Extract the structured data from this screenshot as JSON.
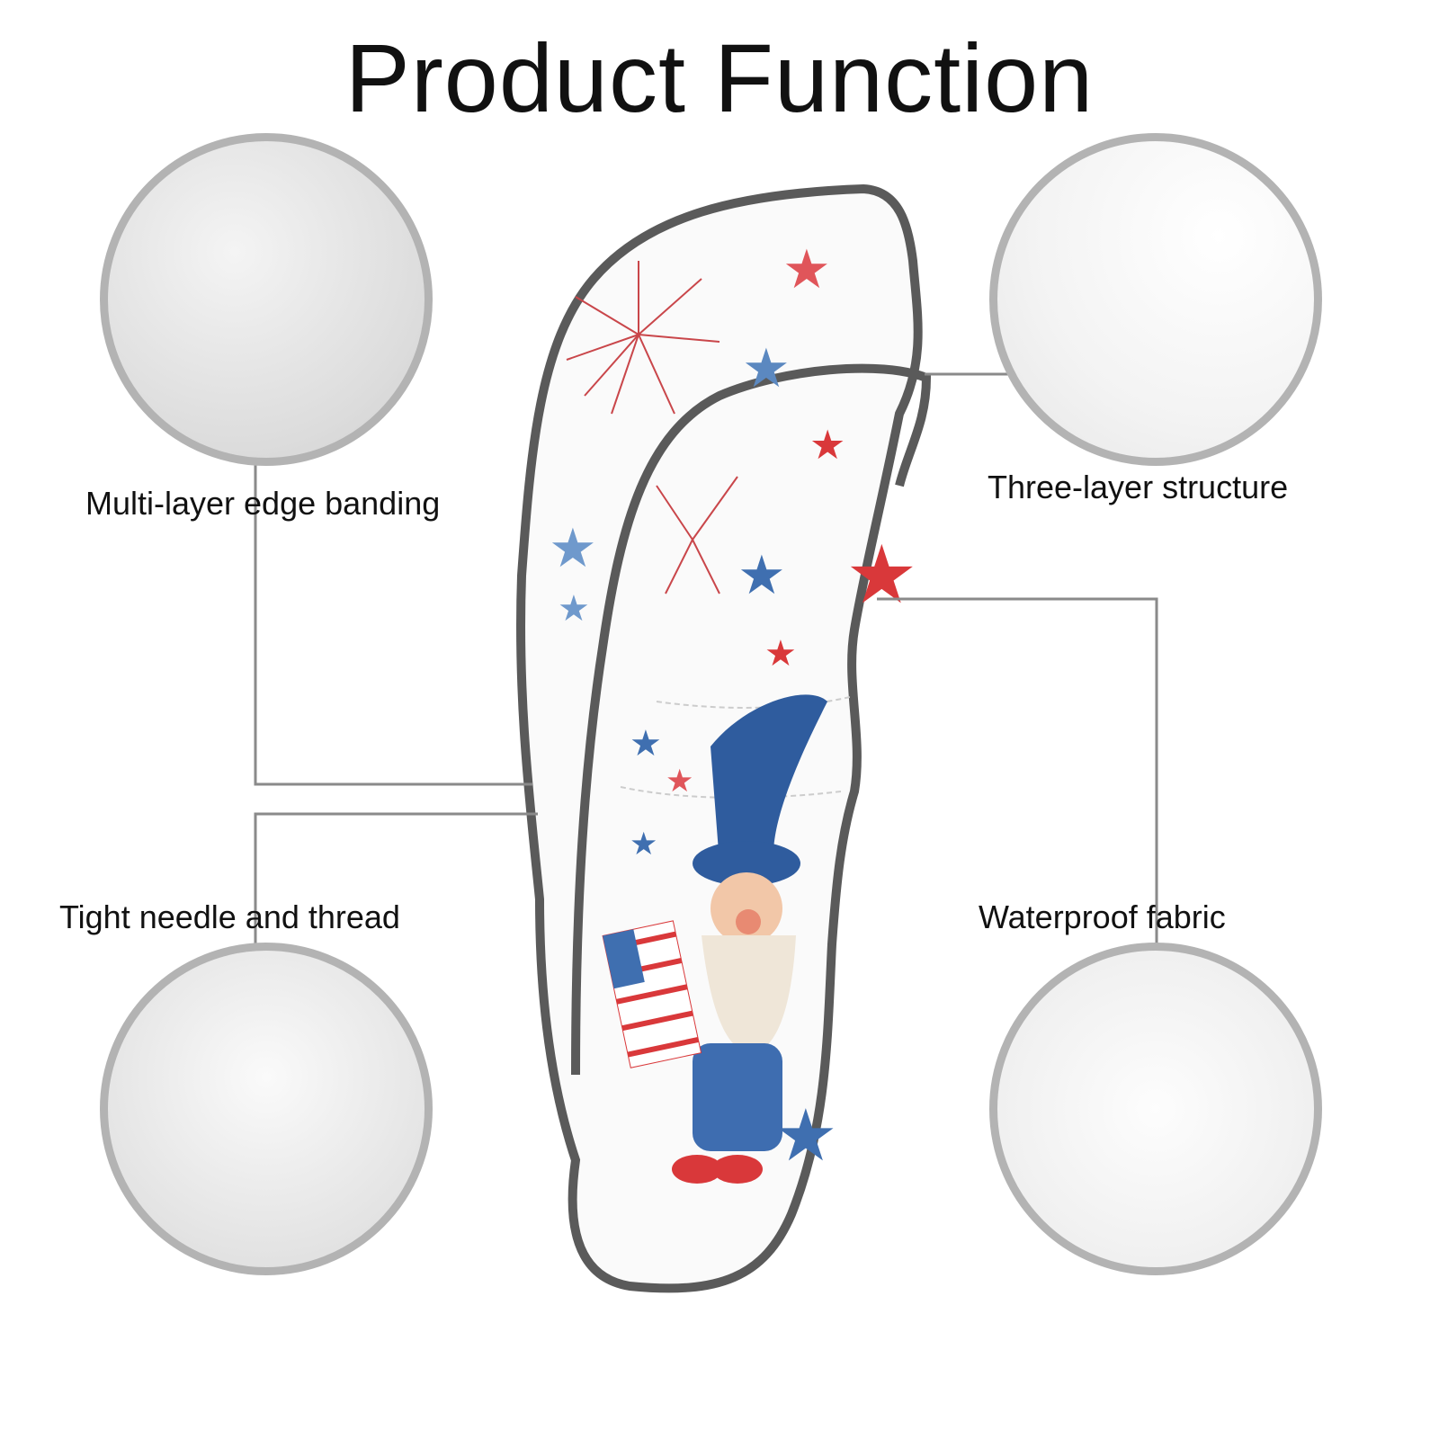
{
  "title": "Product Function",
  "features": [
    {
      "label": "Multi-layer edge banding"
    },
    {
      "label": "Three-layer structure"
    },
    {
      "label": "Tight needle and thread"
    },
    {
      "label": "Waterproof fabric"
    }
  ],
  "colors": {
    "circle_border": "#b3b3b3",
    "leader_line": "#8a8a8a",
    "piping": "#5a5a5a",
    "star_red": "#d9383a",
    "star_blue": "#3f6fb0"
  }
}
